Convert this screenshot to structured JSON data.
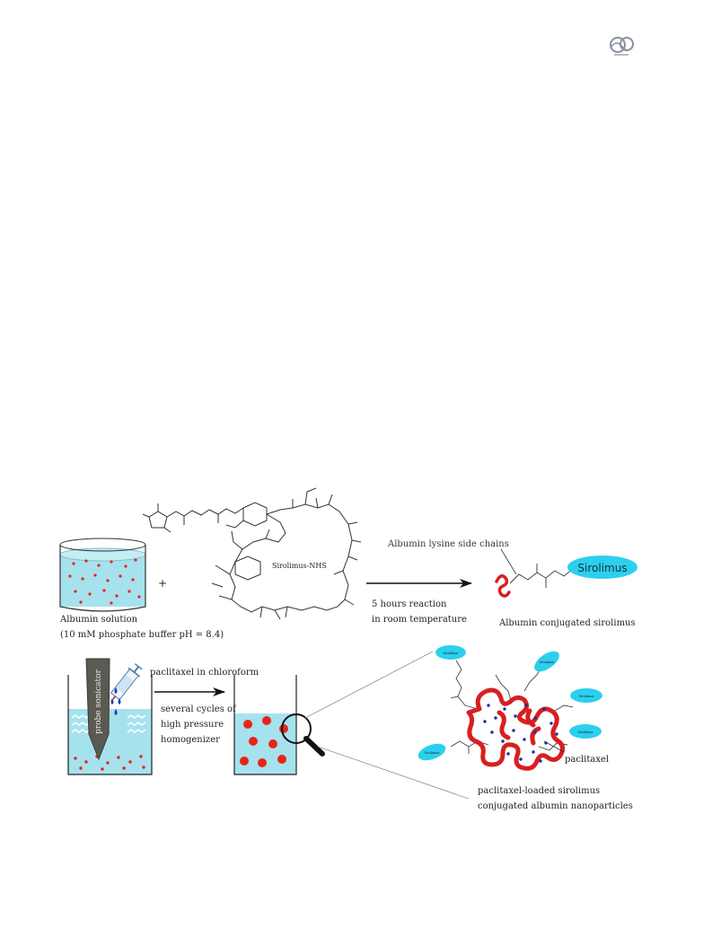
{
  "header": {
    "logo": "journal-logo"
  },
  "figure": {
    "albumin_solution": {
      "label": "Albumin solution",
      "buffer": "(10 mM phosphate buffer pH = 8.4)"
    },
    "plus_sign": "+",
    "sirolimus_nhs": {
      "label": "Sirolimus-NHS"
    },
    "reaction": {
      "line1": "5 hours reaction",
      "line2": "in room temperature"
    },
    "lysine": {
      "label": "Albumin lysine side chains",
      "sirolimus_badge": "Sirolimus",
      "product": "Albumin conjugated sirolimus"
    },
    "sonication": {
      "probe": "probe sonicator",
      "paclitaxel": "paclitaxel in chloroform",
      "step1": "several cycles of",
      "step2": "high pressure",
      "step3": "homogenizer"
    },
    "nanoparticle": {
      "small_badge": "Sirolimus",
      "paclitaxel": "paclitaxel",
      "caption1": "paclitaxel-loaded sirolimus",
      "caption2": "conjugated albumin nanoparticles"
    },
    "colors": {
      "liquid": "#a6e2ee",
      "drug_dot": "#e8241a",
      "badge": "#2bd0ee",
      "protein": "#d81f1f",
      "dot_blue": "#1d2fa0",
      "drop": "#1f3fa8",
      "probe": "#5a5a52"
    }
  }
}
